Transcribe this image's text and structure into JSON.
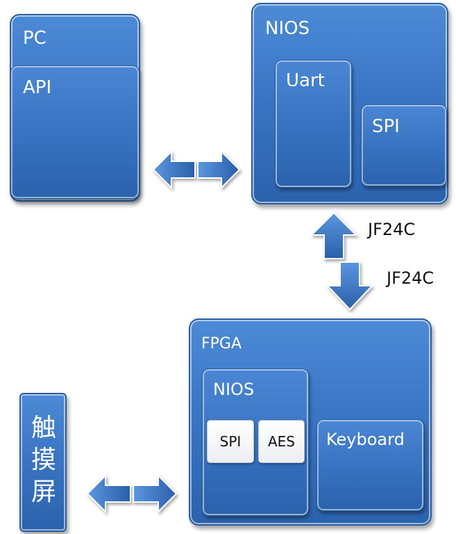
{
  "pc": {
    "title": "PC",
    "inner_label": "API"
  },
  "nios_top": {
    "title": "NIOS",
    "uart_label": "Uart",
    "spi_label": "SPI"
  },
  "link_labels": {
    "up": "JF24C",
    "down": "JF24C"
  },
  "fpga": {
    "title": "FPGA",
    "nios_label": "NIOS",
    "spi_label": "SPI",
    "aes_label": "AES",
    "keyboard_label": "Keyboard"
  },
  "touchscreen": {
    "chars": [
      "触",
      "摸",
      "屏"
    ]
  },
  "colors": {
    "box_fill": "#3a76c4",
    "box_border": "#2d5f9e",
    "chip_fill": "#f4f5f7"
  }
}
